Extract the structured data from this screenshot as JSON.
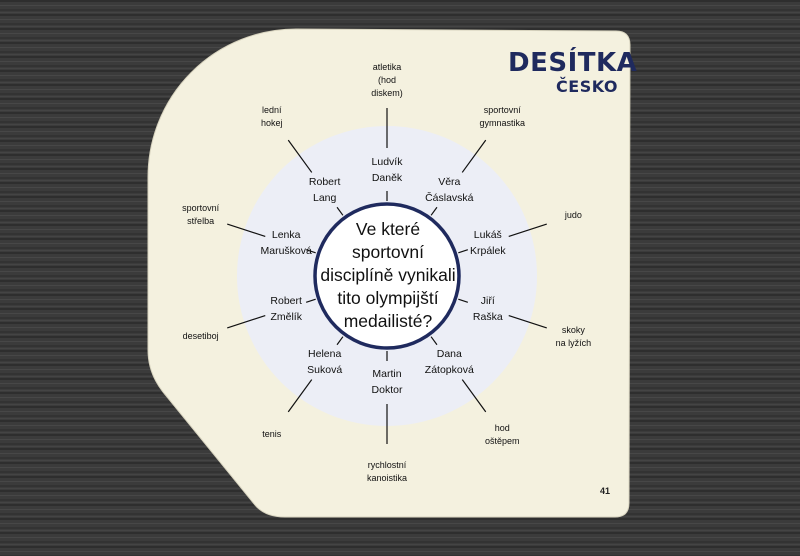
{
  "brand": {
    "title": "DESÍTKA",
    "subtitle": "ČESKO"
  },
  "question": {
    "lines": [
      "Ve které",
      "sportovní",
      "disciplíně vynikali",
      "tito olympijští",
      "medailisté?"
    ]
  },
  "page_number": "41",
  "colors": {
    "card": "#f4f1df",
    "inner_disc": "#eceef6",
    "ring": "#1f2a5e",
    "brand": "#1f2a5e",
    "wood": "#3a3a3a"
  },
  "items": [
    {
      "name": [
        "Ludvík",
        "Daněk"
      ],
      "sport": [
        "atletika",
        "(hod",
        "diskem)"
      ]
    },
    {
      "name": [
        "Věra",
        "Čáslavská"
      ],
      "sport": [
        "sportovní",
        "gymnastika"
      ]
    },
    {
      "name": [
        "Lukáš",
        "Krpálek"
      ],
      "sport": [
        "judo"
      ]
    },
    {
      "name": [
        "Jiří",
        "Raška"
      ],
      "sport": [
        "skoky",
        "na lyžích"
      ]
    },
    {
      "name": [
        "Dana",
        "Zátopková"
      ],
      "sport": [
        "hod",
        "oštěpem"
      ]
    },
    {
      "name": [
        "Martin",
        "Doktor"
      ],
      "sport": [
        "rychlostní",
        "kanoistika"
      ]
    },
    {
      "name": [
        "Helena",
        "Suková"
      ],
      "sport": [
        "tenis"
      ]
    },
    {
      "name": [
        "Robert",
        "Změlík"
      ],
      "sport": [
        "desetiboj"
      ]
    },
    {
      "name": [
        "Lenka",
        "Marušková"
      ],
      "sport": [
        "sportovní",
        "střelba"
      ]
    },
    {
      "name": [
        "Robert",
        "Lang"
      ],
      "sport": [
        "lední",
        "hokej"
      ]
    }
  ]
}
